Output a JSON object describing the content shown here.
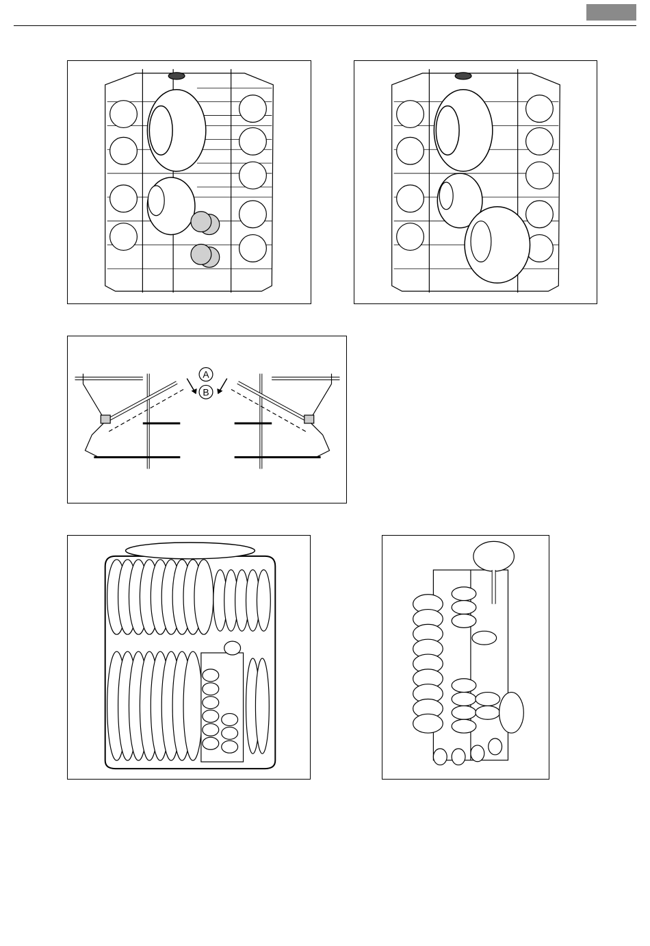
{
  "header": {
    "tab_color": "#8a8a8a"
  },
  "figures": {
    "upper_basket_cups_glasses": {
      "icon": "upper-basket-cups-glasses-illustration"
    },
    "upper_basket_cups_plate": {
      "icon": "upper-basket-cups-plate-illustration"
    },
    "cup_rack_positions": {
      "icon": "cup-rack-adjustment-illustration",
      "label_a": "A",
      "label_b": "B"
    },
    "lower_basket_plates": {
      "icon": "lower-basket-plates-cutlery-illustration"
    },
    "cutlery_basket": {
      "icon": "cutlery-basket-illustration"
    }
  }
}
